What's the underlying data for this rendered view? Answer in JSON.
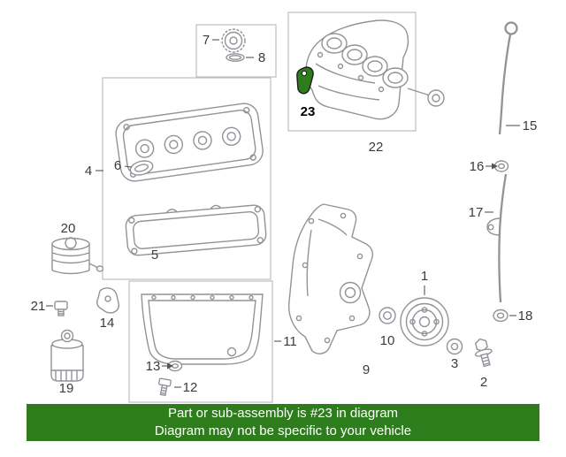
{
  "theme": {
    "green": "#2e7d1c",
    "line_gray": "#909498",
    "label_gray": "#3b3b3b",
    "banner_text_color": "#ffffff"
  },
  "callouts": {
    "p1": "1",
    "p2": "2",
    "p3": "3",
    "p4": "4",
    "p5": "5",
    "p6": "6",
    "p7": "7",
    "p8": "8",
    "p9": "9",
    "p10": "10",
    "p11": "11",
    "p12": "12",
    "p13": "13",
    "p14": "14",
    "p15": "15",
    "p16": "16",
    "p17": "17",
    "p18": "18",
    "p19": "19",
    "p20": "20",
    "p21": "21",
    "p22": "22",
    "p23": "23"
  },
  "banner": {
    "line1": "Part or sub-assembly is #23 in diagram",
    "line2": "Diagram may not be specific to your vehicle"
  }
}
